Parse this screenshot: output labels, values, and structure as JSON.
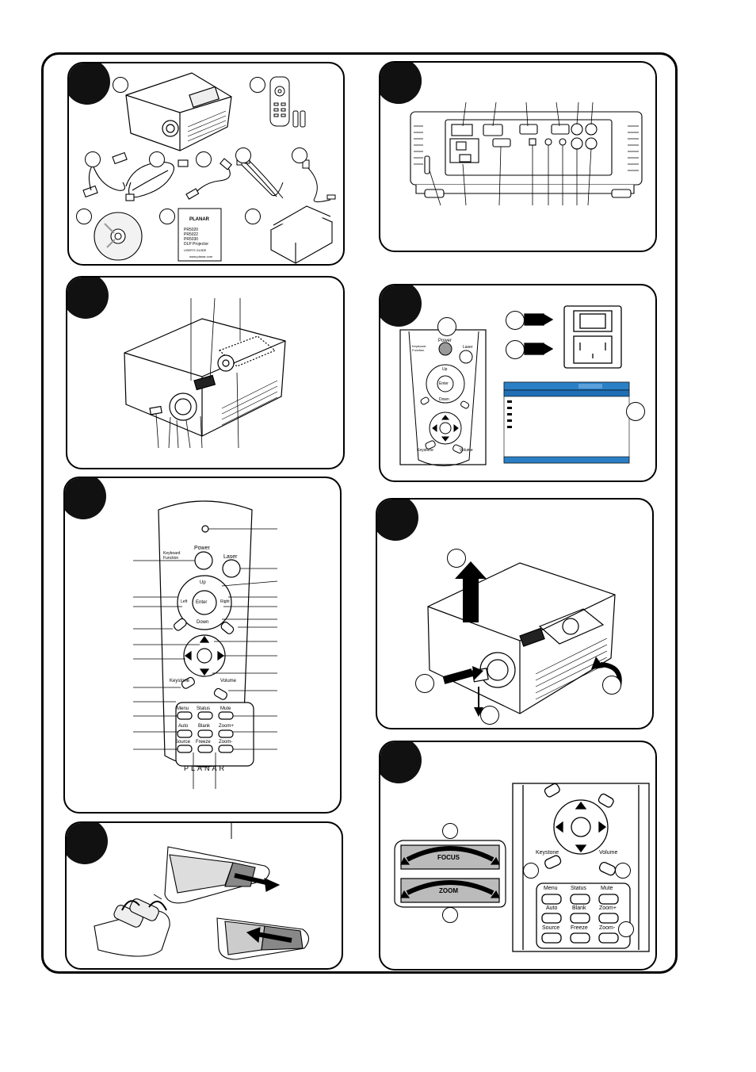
{
  "page": {
    "title": "Quick start illustrations"
  },
  "package": {
    "brand": "PLANAR",
    "manual_models": [
      "PR5020",
      "PR5022",
      "PR5030"
    ],
    "manual_product": "DLP Projector",
    "manual_guide": "USER'S GUIDE",
    "manual_url": "www.planar.com"
  },
  "remote": {
    "keyboard_function": "Keyboard Function",
    "power": "Power",
    "laser": "Laser",
    "up": "Up",
    "down": "Down",
    "left": "Left",
    "right": "Right",
    "enter": "Enter",
    "keystone": "Keystone",
    "volume": "Volume",
    "menu": "Menu",
    "status": "Status",
    "mute": "Mute",
    "auto": "Auto",
    "blank": "Blank",
    "zoom_plus": "Zoom+",
    "source": "Source",
    "freeze": "Freeze",
    "zoom_minus": "Zoom-",
    "brand": "PLANAR"
  },
  "lens_ring": {
    "focus": "FOCUS",
    "zoom": "ZOOM"
  },
  "colors": {
    "ink": "#000000",
    "panel_tab": "#111111",
    "osd_blue": "#2b7fc4",
    "osd_title_bar": "#1f6fb5",
    "power_button": "#9a9a9a"
  }
}
